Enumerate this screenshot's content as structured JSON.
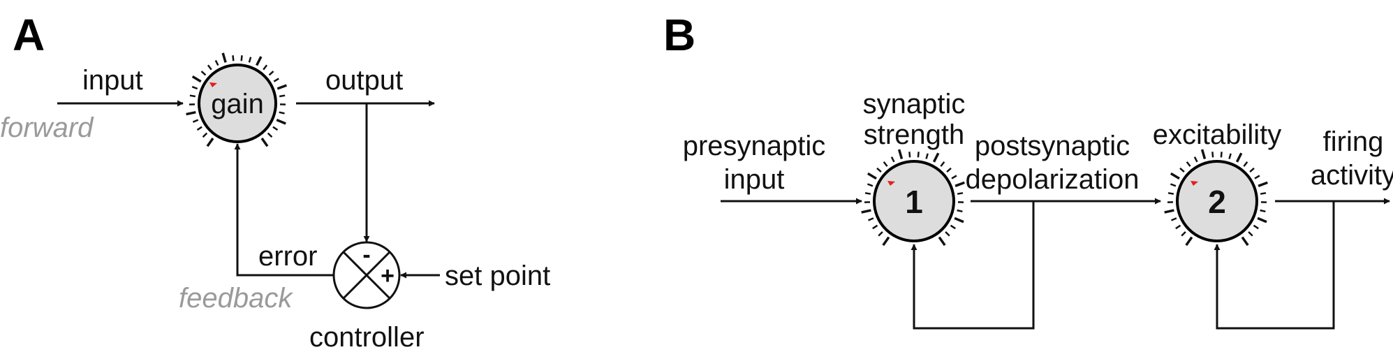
{
  "panel_a": {
    "letter": "A",
    "input": "input",
    "forward": "forward",
    "knob": "gain",
    "output": "output",
    "error": "error",
    "feedback": "feedback",
    "minus": "-",
    "plus": "+",
    "set_point": "set point",
    "controller": "controller"
  },
  "panel_b": {
    "letter": "B",
    "presynaptic_1": "presynaptic",
    "presynaptic_2": "input",
    "synaptic_1": "synaptic",
    "synaptic_2": "strength",
    "knob1": "1",
    "postsynaptic_1": "postsynaptic",
    "postsynaptic_2": "depolarization",
    "excitability": "excitability",
    "knob2": "2",
    "firing_1": "firing",
    "firing_2": "activity"
  },
  "colors": {
    "knob_fill": "#dddddd",
    "indicator": "#e02020",
    "annotation_gray": "#9a9a9a"
  }
}
